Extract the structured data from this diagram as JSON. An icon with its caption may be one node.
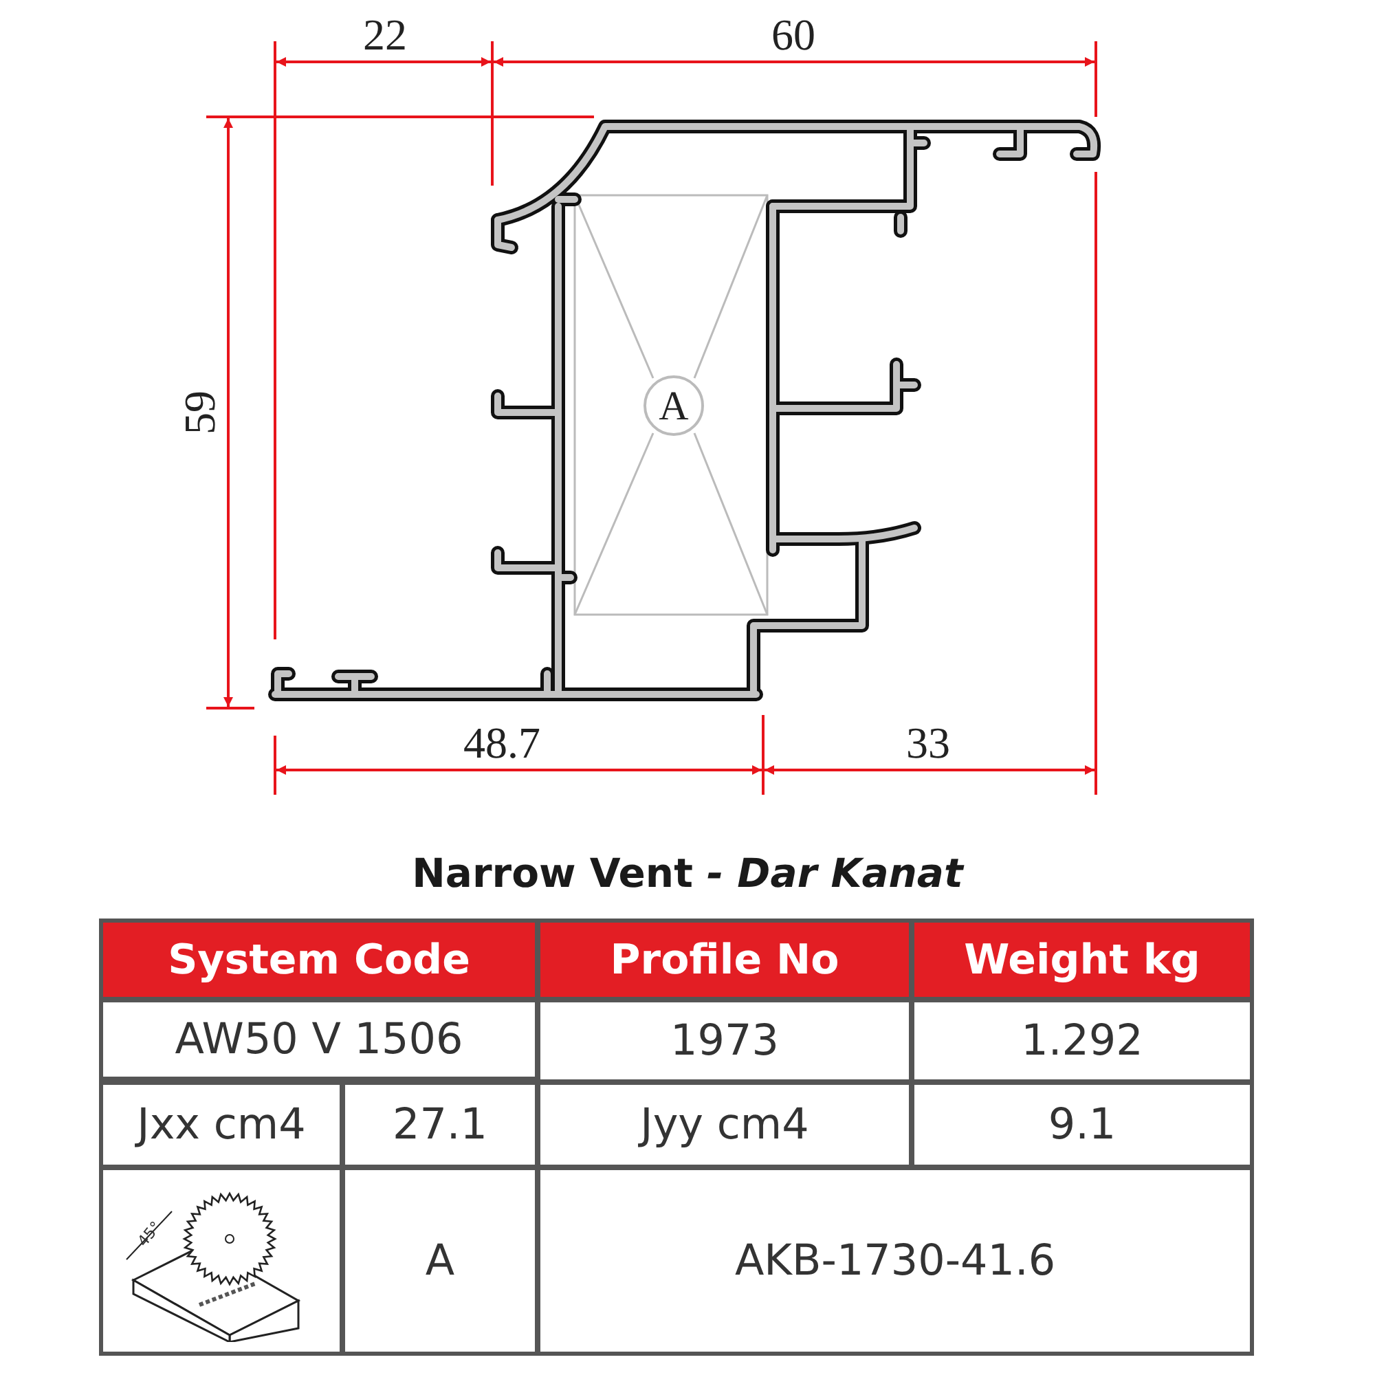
{
  "diagram": {
    "title": "Narrow Vent *- Dar Kanat*",
    "labels": [
      "22",
      "60",
      "59",
      "48.7",
      "33",
      "A",
      "System Code",
      "Profile No",
      "Weight kg",
      "AW50 V 1506",
      "1973",
      "1.292",
      "Jxx cm4",
      "27.1",
      "Jyy cm4",
      "9.1",
      "45°",
      "A",
      "AKB-1730-41.6"
    ]
  }
}
